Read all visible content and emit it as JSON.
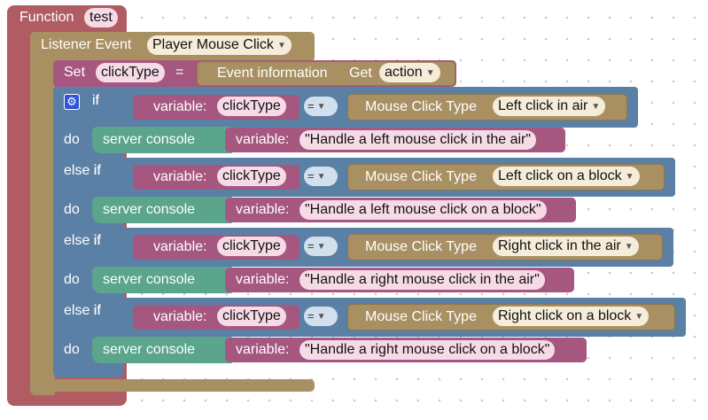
{
  "function_block": {
    "label": "Function",
    "name": "test"
  },
  "listener_block": {
    "label": "Listener Event",
    "event": "Player Mouse Click"
  },
  "set_block": {
    "label": "Set",
    "variable": "clickType",
    "equals": "=",
    "source_label": "Event information",
    "get_label": "Get",
    "get_value": "action"
  },
  "if_block": {
    "if_label": "if",
    "else_if_label": "else if",
    "do_label": "do",
    "var_label": "variable:",
    "var_name": "clickType",
    "operator": "=",
    "enum_label": "Mouse Click Type",
    "server_console_label": "server console",
    "branches": [
      {
        "condition": "Left click in air",
        "message": "\"Handle a left mouse click in the air\""
      },
      {
        "condition": "Left click on a block",
        "message": "\"Handle a left mouse click on a block\""
      },
      {
        "condition": "Right click in the air",
        "message": "\"Handle a right mouse click in the air\""
      },
      {
        "condition": "Right click on a block",
        "message": "\"Handle a right mouse click on a block\""
      }
    ]
  },
  "colors": {
    "function": "#b15b62",
    "listener": "#a89063",
    "variable": "#a5577f",
    "logic": "#5b80a5",
    "console": "#5ba58c",
    "settings_icon": "#2d55d4"
  }
}
